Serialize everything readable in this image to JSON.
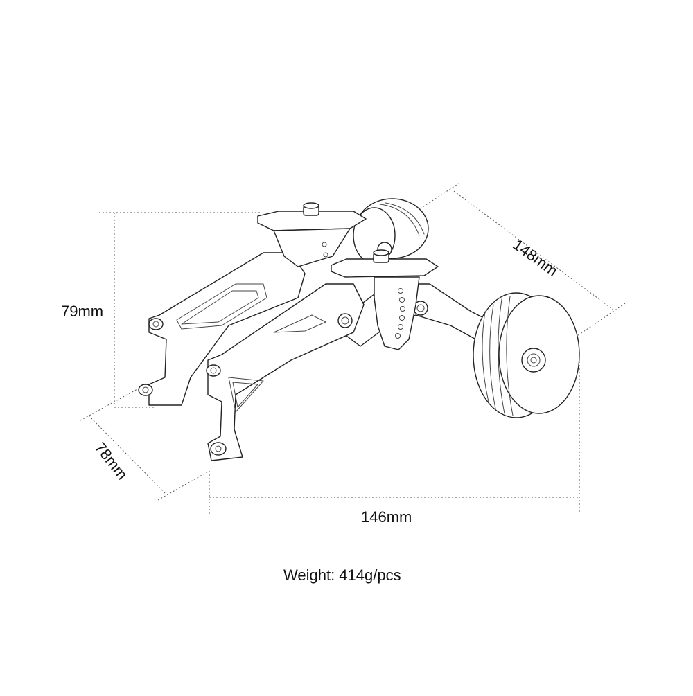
{
  "dimensions": {
    "height": "79mm",
    "width": "146mm",
    "length": "148mm",
    "depth": "78mm"
  },
  "weight_text": "Weight: 414g/pcs",
  "colors": {
    "background": "#ffffff",
    "line": "#222222"
  }
}
